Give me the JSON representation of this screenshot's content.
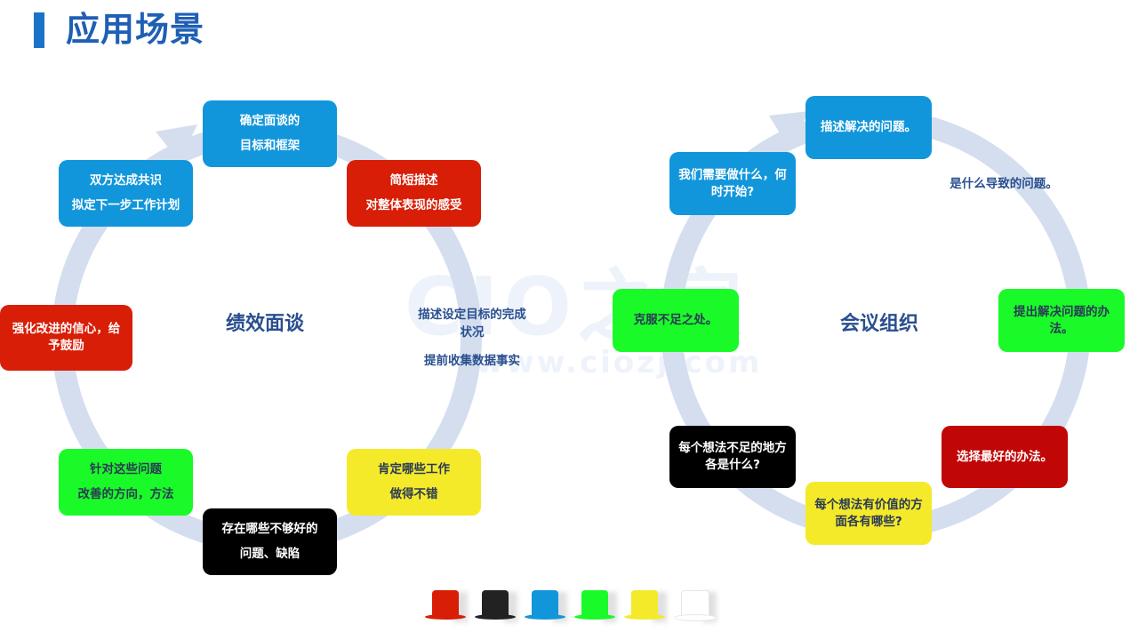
{
  "title": "应用场景",
  "watermark": {
    "big": "CIO之家",
    "small": "www.ciozj.com"
  },
  "left_cycle": {
    "center": "绩效面谈",
    "boxes": [
      {
        "line1": "确定面谈的",
        "line2": "目标和框架"
      },
      {
        "line1": "简短描述",
        "line2": "对整体表现的感受"
      },
      {
        "line1": "肯定哪些工作",
        "line2": "做得不错"
      },
      {
        "line1": "存在哪些不够好的",
        "line2": "问题、缺陷"
      },
      {
        "line1": "针对这些问题",
        "line2": "改善的方向，方法"
      },
      {
        "text": "强化改进的信心，给予鼓励"
      },
      {
        "line1": "双方达成共识",
        "line2": "拟定下一步工作计划"
      }
    ],
    "floating": {
      "line1": "描述设定目标的完成",
      "line2": "状况",
      "line3": "提前收集数据事实"
    }
  },
  "right_cycle": {
    "center": "会议组织",
    "boxes": [
      {
        "text": "描述解决的问题。"
      },
      {
        "text": "提出解决问题的办法。"
      },
      {
        "text": "选择最好的办法。"
      },
      {
        "text": "每个想法有价值的方面各有哪些?"
      },
      {
        "text": "每个想法不足的地方各是什么?"
      },
      {
        "text": "克服不足之处。"
      },
      {
        "text": "我们需要做什么，何时开始?"
      }
    ],
    "floating": {
      "text": "是什么导致的问题。"
    }
  },
  "hats": [
    {
      "name": "red-hat",
      "color": "#d81e06"
    },
    {
      "name": "black-hat",
      "color": "#222222"
    },
    {
      "name": "blue-hat",
      "color": "#1296db"
    },
    {
      "name": "green-hat",
      "color": "#1afa29"
    },
    {
      "name": "yellow-hat",
      "color": "#f4ea2a"
    },
    {
      "name": "white-hat",
      "color": "#ffffff"
    }
  ],
  "colors": {
    "ring": "#d4deef",
    "title_bar": "#1a73c9",
    "title": "#1f5fb4",
    "label": "#2a4f8f"
  }
}
